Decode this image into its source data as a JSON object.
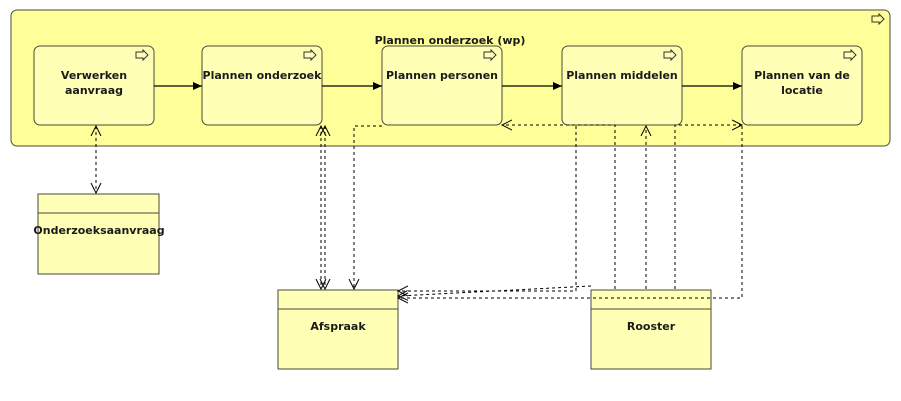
{
  "container": {
    "title": "Plannen onderzoek (wp)"
  },
  "processes": [
    {
      "id": "verwerken",
      "lines": [
        "Verwerken",
        "aanvraag"
      ]
    },
    {
      "id": "plannen-onderzoek",
      "lines": [
        "Plannen onderzoek"
      ]
    },
    {
      "id": "plannen-personen",
      "lines": [
        "Plannen personen"
      ]
    },
    {
      "id": "plannen-middelen",
      "lines": [
        "Plannen middelen"
      ]
    },
    {
      "id": "plannen-locatie",
      "lines": [
        "Plannen van  de",
        "locatie"
      ]
    }
  ],
  "data_objects": [
    {
      "id": "onderzoeksaanvraag",
      "label": "Onderzoeksaanvraag"
    },
    {
      "id": "afspraak",
      "label": "Afspraak"
    },
    {
      "id": "rooster",
      "label": "Rooster"
    }
  ],
  "colors": {
    "fill": "#ffffb5",
    "container_fill": "#ffff99",
    "stroke": "#4a4a3a",
    "line": "#000000"
  },
  "icons": {
    "process": "process-arrow-icon"
  }
}
